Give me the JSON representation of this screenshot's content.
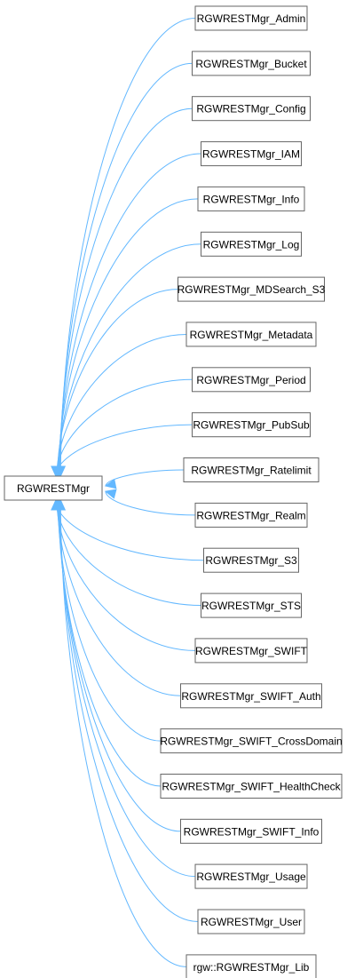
{
  "base": {
    "label": "RGWRESTMgr"
  },
  "derived": [
    {
      "label": "RGWRESTMgr_Admin"
    },
    {
      "label": "RGWRESTMgr_Bucket"
    },
    {
      "label": "RGWRESTMgr_Config"
    },
    {
      "label": "RGWRESTMgr_IAM"
    },
    {
      "label": "RGWRESTMgr_Info"
    },
    {
      "label": "RGWRESTMgr_Log"
    },
    {
      "label": "RGWRESTMgr_MDSearch_S3"
    },
    {
      "label": "RGWRESTMgr_Metadata"
    },
    {
      "label": "RGWRESTMgr_Period"
    },
    {
      "label": "RGWRESTMgr_PubSub"
    },
    {
      "label": "RGWRESTMgr_Ratelimit"
    },
    {
      "label": "RGWRESTMgr_Realm"
    },
    {
      "label": "RGWRESTMgr_S3"
    },
    {
      "label": "RGWRESTMgr_STS"
    },
    {
      "label": "RGWRESTMgr_SWIFT"
    },
    {
      "label": "RGWRESTMgr_SWIFT_Auth"
    },
    {
      "label": "RGWRESTMgr_SWIFT_CrossDomain"
    },
    {
      "label": "RGWRESTMgr_SWIFT_HealthCheck"
    },
    {
      "label": "RGWRESTMgr_SWIFT_Info"
    },
    {
      "label": "RGWRESTMgr_Usage"
    },
    {
      "label": "RGWRESTMgr_User"
    },
    {
      "label": "rgw::RGWRESTMgr_Lib"
    }
  ],
  "colors": {
    "edge": "#63b8ff",
    "border": "#666666",
    "background": "#ffffff",
    "text": "#000000"
  }
}
